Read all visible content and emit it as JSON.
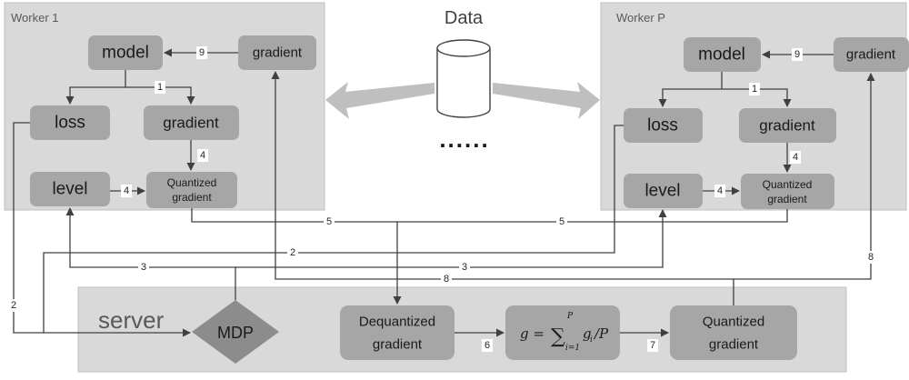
{
  "colors": {
    "panel": "#d9d9d9",
    "box": "#a6a6a6",
    "diamond": "#8c8c8c",
    "line": "#404040",
    "data_arrow": "#bfbfbf"
  },
  "worker1": {
    "title": "Worker 1",
    "model": "model",
    "gradient_top": "gradient",
    "loss": "loss",
    "gradient": "gradient",
    "level": "level",
    "quantized_line1": "Quantized",
    "quantized_line2": "gradient"
  },
  "workerP": {
    "title": "Worker P",
    "model": "model",
    "gradient_top": "gradient",
    "loss": "loss",
    "gradient": "gradient",
    "level": "level",
    "quantized_line1": "Quantized",
    "quantized_line2": "gradient"
  },
  "data": {
    "title": "Data",
    "ellipsis": "......"
  },
  "server": {
    "title": "server",
    "mdp": "MDP",
    "dequantized_line1": "Dequantized",
    "dequantized_line2": "gradient",
    "formula": {
      "lhs": "g = ",
      "sum": "∑",
      "upper": "P",
      "lower": "i=1",
      "term": "g",
      "term_sub": "i",
      "div": "/P"
    },
    "quantized_line1": "Quantized",
    "quantized_line2": "gradient"
  },
  "edge_labels": {
    "w1_l9": "9",
    "w1_l1": "1",
    "w1_l4a": "4",
    "w1_l4b": "4",
    "wp_l9": "9",
    "wp_l1": "1",
    "wp_l4a": "4",
    "wp_l4b": "4",
    "l5a": "5",
    "l5b": "5",
    "l2a": "2",
    "l2b": "2",
    "l3a": "3",
    "l3b": "3",
    "l8a": "8",
    "l8b": "8",
    "l6": "6",
    "l7": "7"
  }
}
